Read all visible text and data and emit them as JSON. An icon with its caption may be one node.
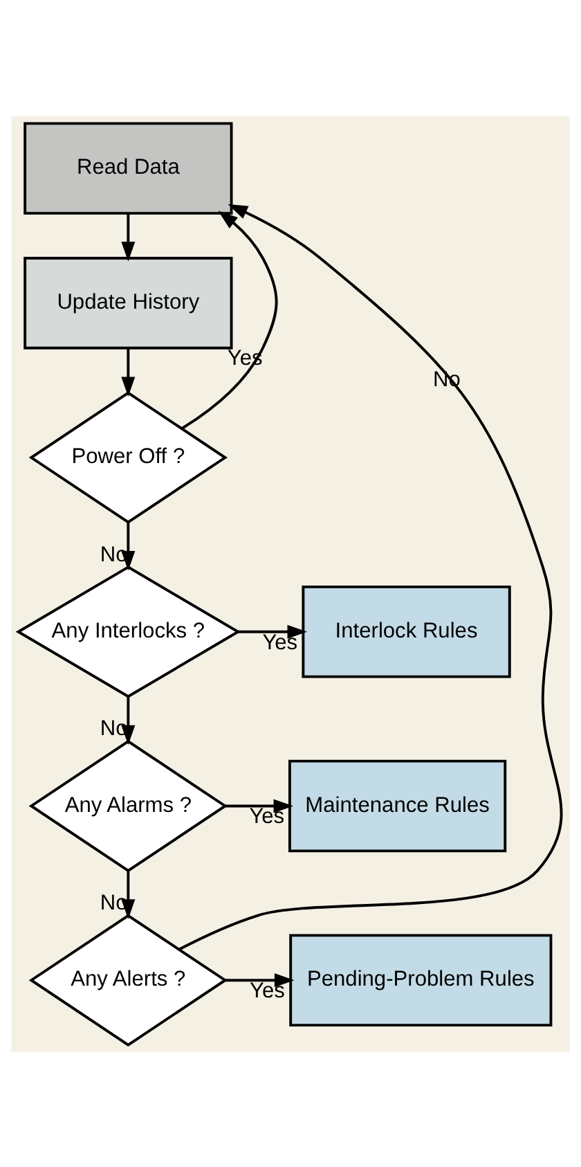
{
  "diagram": {
    "nodes": [
      {
        "text": [
          "Read Data"
        ]
      },
      {
        "text": [
          "Update History"
        ]
      },
      {
        "text": [
          "Power Off ?"
        ]
      },
      {
        "text": [
          "Any Interlocks ?"
        ]
      },
      {
        "text": [
          "Interlock Rules"
        ]
      },
      {
        "text": [
          "Any Alarms ?"
        ]
      },
      {
        "text": [
          "Maintenance Rules"
        ]
      },
      {
        "text": [
          "Any Alerts ?"
        ]
      },
      {
        "text": [
          "Pending-Problem Rules"
        ]
      }
    ],
    "edges": [
      {
        "from": 0,
        "to": 1,
        "arrow": "to"
      },
      {
        "from": 1,
        "to": 2,
        "arrow": "to"
      },
      {
        "from": 2,
        "to": 0,
        "arrow": "to",
        "label": "Yes"
      },
      {
        "from": 2,
        "to": 3,
        "arrow": "to",
        "label": "No"
      },
      {
        "from": 3,
        "to": 4,
        "arrow": "to",
        "label": "Yes"
      },
      {
        "from": 3,
        "to": 5,
        "arrow": "to",
        "label": "No"
      },
      {
        "from": 5,
        "to": 6,
        "arrow": "to",
        "label": "Yes"
      },
      {
        "from": 5,
        "to": 7,
        "arrow": "to",
        "label": "No"
      },
      {
        "from": 7,
        "to": 8,
        "arrow": "to",
        "label": "Yes"
      },
      {
        "from": 7,
        "to": 0,
        "arrow": "to",
        "label": "No"
      }
    ]
  }
}
